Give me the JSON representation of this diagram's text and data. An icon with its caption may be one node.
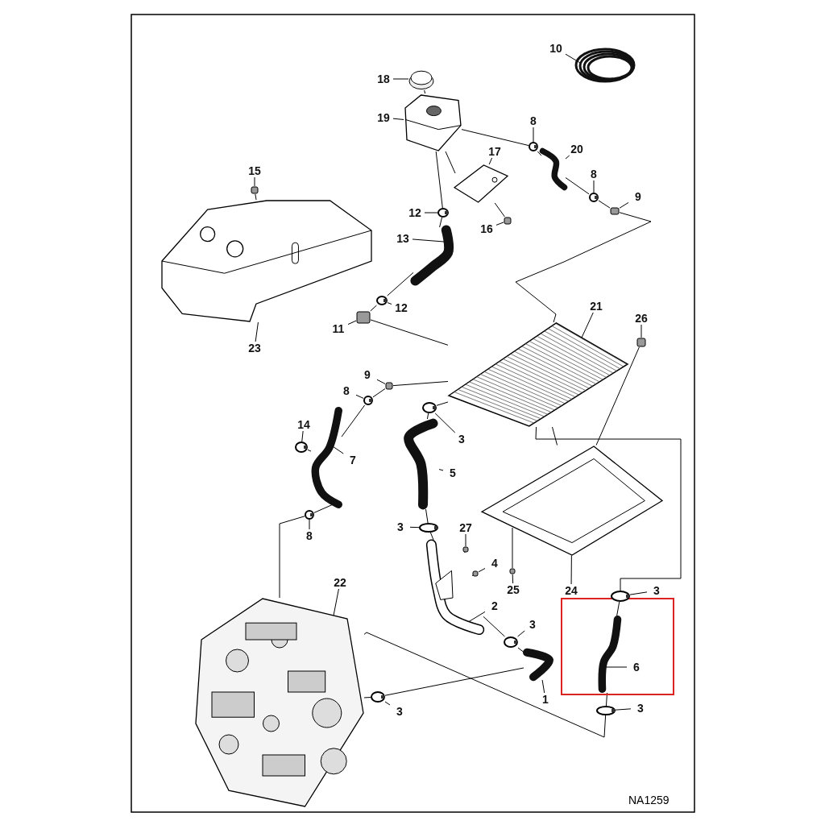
{
  "diagram": {
    "nodes": [
      {
        "text": [
          "10"
        ]
      },
      {
        "text": [
          "18"
        ]
      },
      {
        "text": [
          "19"
        ]
      },
      {
        "text": [
          "8"
        ]
      },
      {
        "text": [
          "20"
        ]
      },
      {
        "text": [
          "17"
        ]
      },
      {
        "text": [
          "15"
        ]
      },
      {
        "text": [
          "8"
        ]
      },
      {
        "text": [
          "9"
        ]
      },
      {
        "text": [
          "12"
        ]
      },
      {
        "text": [
          "16"
        ]
      },
      {
        "text": [
          "13"
        ]
      },
      {
        "text": [
          "23"
        ]
      },
      {
        "text": [
          "12"
        ]
      },
      {
        "text": [
          "11"
        ]
      },
      {
        "text": [
          "21"
        ]
      },
      {
        "text": [
          "26"
        ]
      },
      {
        "text": [
          "9"
        ]
      },
      {
        "text": [
          "8"
        ]
      },
      {
        "text": [
          "3"
        ]
      },
      {
        "text": [
          "14"
        ]
      },
      {
        "text": [
          "7"
        ]
      },
      {
        "text": [
          "5"
        ]
      },
      {
        "text": [
          "8"
        ]
      },
      {
        "text": [
          "3"
        ]
      },
      {
        "text": [
          "27"
        ]
      },
      {
        "text": [
          "4"
        ]
      },
      {
        "text": [
          "25"
        ]
      },
      {
        "text": [
          "22"
        ]
      },
      {
        "text": [
          "24"
        ]
      },
      {
        "text": [
          "3"
        ]
      },
      {
        "text": [
          "2"
        ]
      },
      {
        "text": [
          "3"
        ]
      },
      {
        "text": [
          "6"
        ]
      },
      {
        "text": [
          "1"
        ]
      },
      {
        "text": [
          "3"
        ]
      },
      {
        "text": [
          "3"
        ]
      },
      {
        "text": [],
        "shape": "picture"
      },
      {
        "text": [],
        "shape": "picture"
      },
      {
        "text": [],
        "shape": "picture"
      },
      {
        "text": [],
        "shape": "circle"
      },
      {
        "text": [],
        "shape": "picture"
      },
      {
        "text": [],
        "shape": "picture"
      },
      {
        "text": [],
        "shape": "box"
      },
      {
        "text": [],
        "shape": "circle"
      },
      {
        "text": [],
        "shape": "box"
      },
      {
        "text": [],
        "shape": "circle"
      },
      {
        "text": [],
        "shape": "box"
      },
      {
        "text": [],
        "shape": "picture"
      },
      {
        "text": [],
        "shape": "picture"
      },
      {
        "text": [],
        "shape": "circle"
      },
      {
        "text": [],
        "shape": "box"
      },
      {
        "text": [],
        "shape": "picture"
      },
      {
        "text": [],
        "shape": "box"
      },
      {
        "text": [],
        "shape": "box"
      },
      {
        "text": [],
        "shape": "circle"
      },
      {
        "text": [],
        "shape": "circle"
      },
      {
        "text": [],
        "shape": "circle"
      },
      {
        "text": [],
        "shape": "picture"
      },
      {
        "text": [],
        "shape": "picture"
      },
      {
        "text": [],
        "shape": "circle"
      },
      {
        "text": [],
        "shape": "circle"
      },
      {
        "text": [],
        "shape": "box",
        "in": 68
      },
      {
        "text": [],
        "shape": "box",
        "in": 68
      },
      {
        "text": [],
        "shape": "box"
      },
      {
        "text": [],
        "shape": "picture"
      },
      {
        "text": [],
        "shape": "picture"
      },
      {
        "text": [],
        "shape": "circle"
      },
      {
        "text": [],
        "shape": "picture"
      },
      {
        "text": [],
        "shape": "circle"
      },
      {
        "text": [],
        "shape": "picture"
      },
      {
        "text": [],
        "shape": "picture"
      },
      {
        "text": [],
        "shape": "circle"
      },
      {
        "text": [],
        "shape": "circle"
      }
    ],
    "edges": [
      {
        "from": 0,
        "to": 37,
        "arrow": "none"
      },
      {
        "from": 1,
        "to": 38,
        "arrow": "none"
      },
      {
        "from": 2,
        "to": 39,
        "arrow": "none"
      },
      {
        "from": 3,
        "to": 40,
        "arrow": "none"
      },
      {
        "from": 4,
        "to": 41,
        "arrow": "none"
      },
      {
        "from": 5,
        "to": 42,
        "arrow": "none"
      },
      {
        "from": 6,
        "to": 43,
        "arrow": "none"
      },
      {
        "from": 7,
        "to": 44,
        "arrow": "none"
      },
      {
        "from": 8,
        "to": 45,
        "arrow": "none"
      },
      {
        "from": 9,
        "to": 46,
        "arrow": "none"
      },
      {
        "from": 10,
        "to": 47,
        "arrow": "none"
      },
      {
        "from": 11,
        "to": 48,
        "arrow": "none"
      },
      {
        "from": 12,
        "to": 49,
        "arrow": "none"
      },
      {
        "from": 13,
        "to": 50,
        "arrow": "none"
      },
      {
        "from": 14,
        "to": 51,
        "arrow": "none"
      },
      {
        "from": 15,
        "to": 52,
        "arrow": "none"
      },
      {
        "from": 16,
        "to": 53,
        "arrow": "none"
      },
      {
        "from": 17,
        "to": 54,
        "arrow": "none"
      },
      {
        "from": 18,
        "to": 55,
        "arrow": "none"
      },
      {
        "from": 19,
        "to": 56,
        "arrow": "none"
      },
      {
        "from": 20,
        "to": 57,
        "arrow": "none"
      },
      {
        "from": 21,
        "to": 58,
        "arrow": "none"
      },
      {
        "from": 22,
        "to": 59,
        "arrow": "none"
      },
      {
        "from": 23,
        "to": 60,
        "arrow": "none"
      },
      {
        "from": 24,
        "to": 61,
        "arrow": "none"
      },
      {
        "from": 25,
        "to": 62,
        "arrow": "none"
      },
      {
        "from": 26,
        "to": 63,
        "arrow": "none"
      },
      {
        "from": 27,
        "to": 64,
        "arrow": "none"
      },
      {
        "from": 28,
        "to": 65,
        "arrow": "none"
      },
      {
        "from": 29,
        "to": 66,
        "arrow": "none"
      },
      {
        "from": 30,
        "to": 67,
        "arrow": "none"
      },
      {
        "from": 31,
        "to": 68,
        "arrow": "none"
      },
      {
        "from": 32,
        "to": 69,
        "arrow": "none"
      },
      {
        "from": 33,
        "to": 70,
        "arrow": "none"
      },
      {
        "from": 34,
        "to": 71,
        "arrow": "none"
      },
      {
        "from": 35,
        "to": 72,
        "arrow": "none"
      },
      {
        "from": 36,
        "to": 73,
        "arrow": "none"
      },
      {
        "from": 38,
        "to": 39,
        "arrow": "none"
      },
      {
        "from": 39,
        "to": 46,
        "arrow": "none"
      },
      {
        "from": 46,
        "to": 48,
        "arrow": "none"
      },
      {
        "from": 48,
        "to": 50,
        "arrow": "none"
      },
      {
        "from": 50,
        "to": 51,
        "arrow": "none"
      },
      {
        "from": 51,
        "to": 52,
        "arrow": "none"
      },
      {
        "from": 39,
        "to": 40,
        "arrow": "none"
      },
      {
        "from": 40,
        "to": 41,
        "arrow": "none"
      },
      {
        "from": 41,
        "to": 44,
        "arrow": "none"
      },
      {
        "from": 44,
        "to": 45,
        "arrow": "none"
      },
      {
        "from": 45,
        "to": 52,
        "arrow": "none"
      },
      {
        "from": 52,
        "to": 54,
        "arrow": "none"
      },
      {
        "from": 54,
        "to": 55,
        "arrow": "none"
      },
      {
        "from": 55,
        "to": 58,
        "arrow": "none"
      },
      {
        "from": 58,
        "to": 60,
        "arrow": "none"
      },
      {
        "from": 60,
        "to": 65,
        "arrow": "none"
      },
      {
        "from": 52,
        "to": 56,
        "arrow": "none"
      },
      {
        "from": 56,
        "to": 59,
        "arrow": "none"
      },
      {
        "from": 59,
        "to": 61,
        "arrow": "none"
      },
      {
        "from": 61,
        "to": 68,
        "arrow": "none"
      },
      {
        "from": 68,
        "to": 69,
        "arrow": "none"
      },
      {
        "from": 69,
        "to": 71,
        "arrow": "none"
      },
      {
        "from": 71,
        "to": 72,
        "arrow": "none"
      },
      {
        "from": 72,
        "to": 65,
        "arrow": "none"
      },
      {
        "from": 52,
        "to": 67,
        "arrow": "none"
      },
      {
        "from": 67,
        "to": 70,
        "arrow": "none"
      },
      {
        "from": 70,
        "to": 73,
        "arrow": "none"
      },
      {
        "from": 73,
        "to": 65,
        "arrow": "none"
      },
      {
        "from": 53,
        "to": 66,
        "arrow": "none"
      },
      {
        "from": 43,
        "to": 49,
        "arrow": "none"
      },
      {
        "from": 42,
        "to": 39,
        "arrow": "none"
      },
      {
        "from": 47,
        "to": 42,
        "arrow": "none"
      },
      {
        "from": 62,
        "to": 68,
        "arrow": "none"
      },
      {
        "from": 63,
        "to": 68,
        "arrow": "none"
      },
      {
        "from": 64,
        "to": 66,
        "arrow": "none"
      },
      {
        "from": 57,
        "to": 58,
        "arrow": "none"
      },
      {
        "from": 52,
        "to": 66,
        "arrow": "none"
      }
    ],
    "labels": [
      "NA1259"
    ]
  }
}
